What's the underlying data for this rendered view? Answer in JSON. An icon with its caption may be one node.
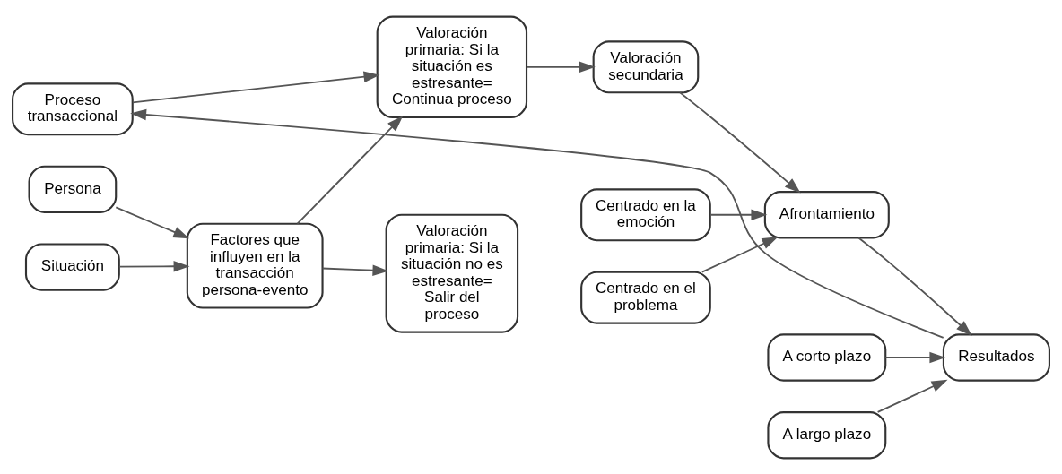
{
  "diagram": {
    "nodes": [
      {
        "text": [
          "Proceso transaccional"
        ]
      },
      {
        "text": [
          "Persona"
        ]
      },
      {
        "text": [
          "Factores que influyen en la transacción persona-evento"
        ]
      },
      {
        "text": [
          "Situación"
        ]
      },
      {
        "text": [
          "Valoración primaria: Si la situación es estresante= Continua proceso"
        ]
      },
      {
        "text": [
          "Valoración primaria: Si la situación no es estresante= Salir del proceso"
        ]
      },
      {
        "text": [
          "Valoración secundaria"
        ]
      },
      {
        "text": [
          "Centrado en la emoción"
        ]
      },
      {
        "text": [
          "Centrado en el problema"
        ]
      },
      {
        "text": [
          "Afrontamiento"
        ]
      },
      {
        "text": [
          "A corto plazo"
        ]
      },
      {
        "text": [
          "A largo plazo"
        ]
      },
      {
        "text": [
          "Resultados"
        ]
      }
    ],
    "edges": [
      {
        "from": 1,
        "to": 2,
        "arrow": "to"
      },
      {
        "from": 3,
        "to": 2,
        "arrow": "to"
      },
      {
        "from": 2,
        "to": 4,
        "arrow": "to"
      },
      {
        "from": 2,
        "to": 5,
        "arrow": "to"
      },
      {
        "from": 4,
        "to": 6,
        "arrow": "to"
      },
      {
        "from": 6,
        "to": 9,
        "arrow": "to"
      },
      {
        "from": 7,
        "to": 9,
        "arrow": "to"
      },
      {
        "from": 8,
        "to": 9,
        "arrow": "to"
      },
      {
        "from": 9,
        "to": 12,
        "arrow": "to"
      },
      {
        "from": 10,
        "to": 12,
        "arrow": "to"
      },
      {
        "from": 11,
        "to": 12,
        "arrow": "to"
      },
      {
        "from": 12,
        "to": 0,
        "arrow": "to"
      },
      {
        "from": 0,
        "to": 4,
        "arrow": "to"
      }
    ]
  }
}
